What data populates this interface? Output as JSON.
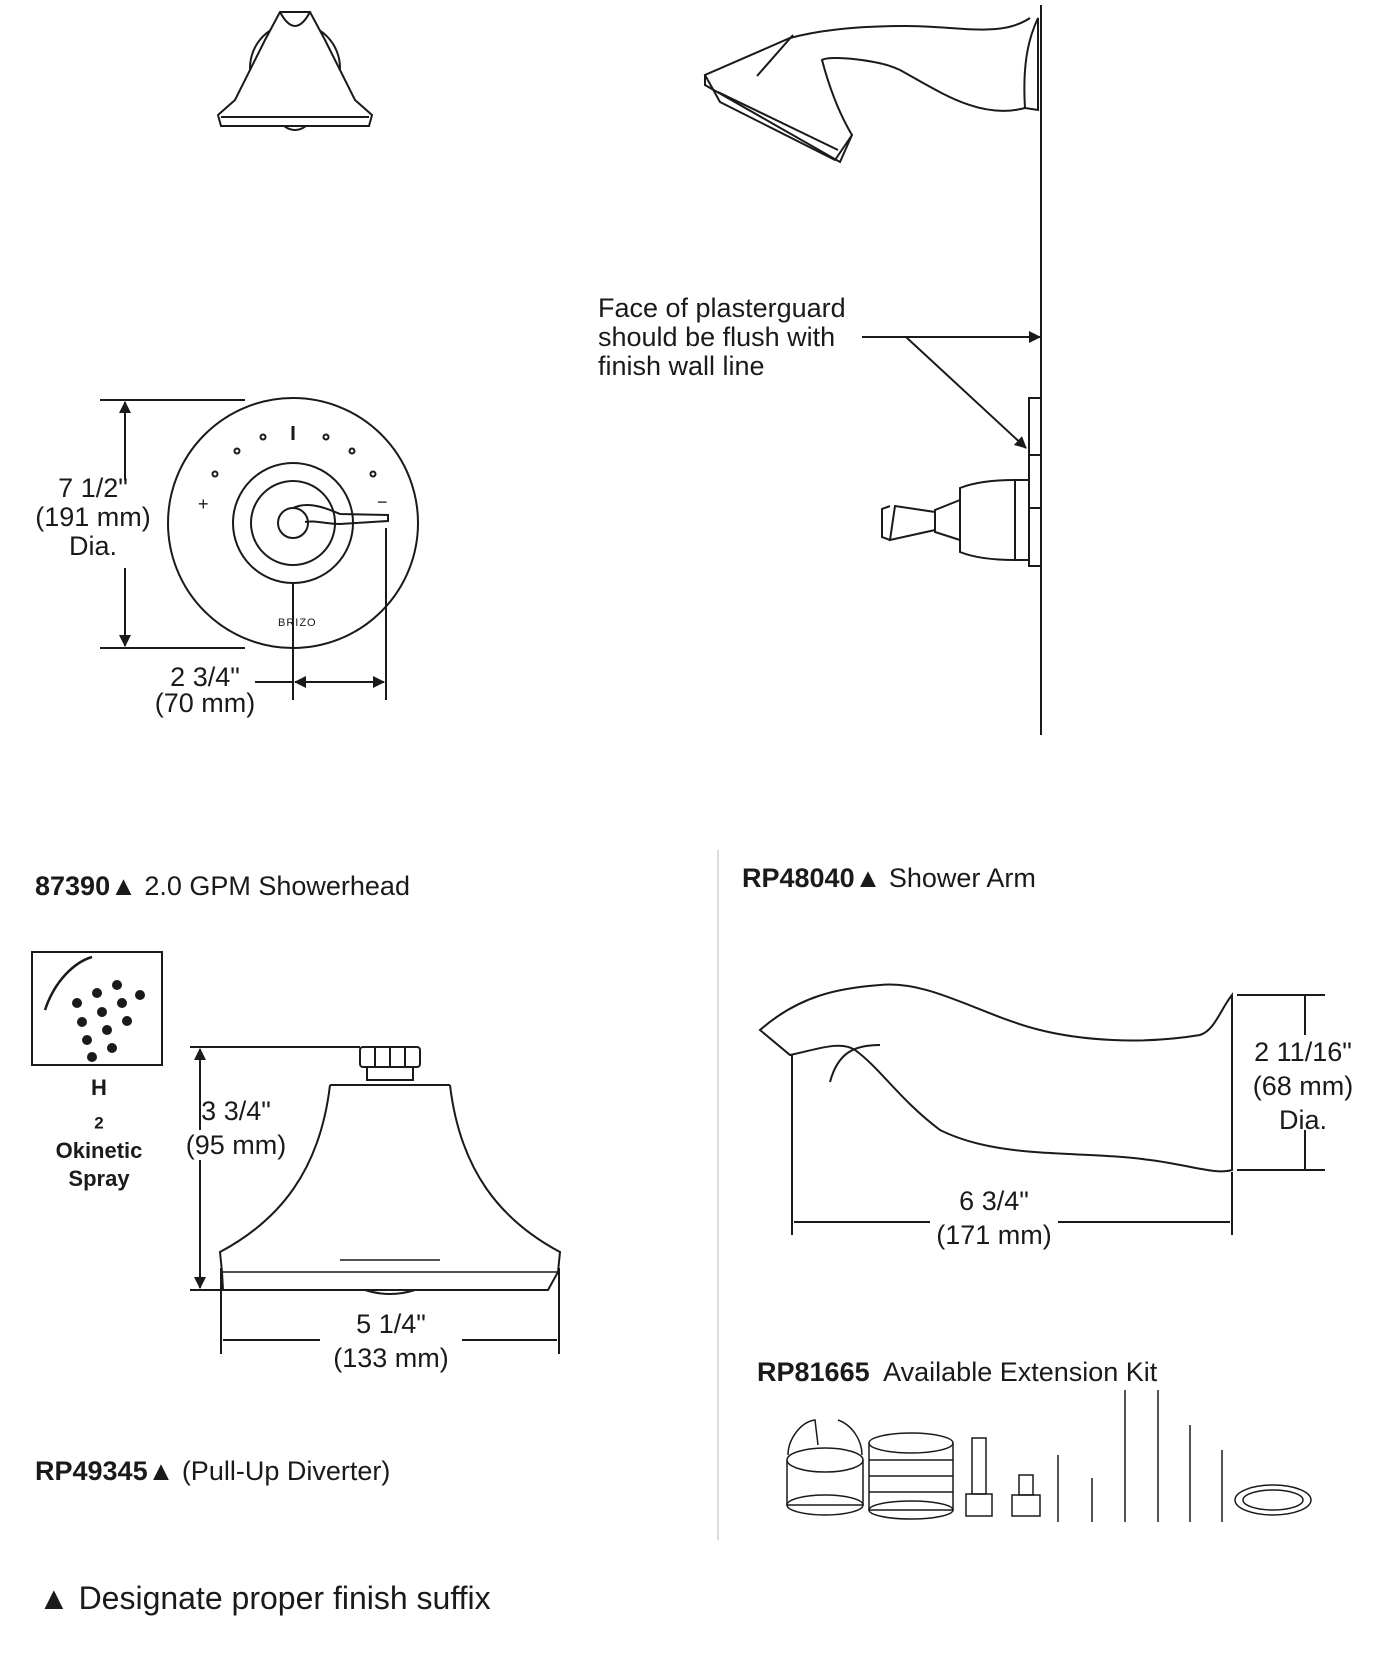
{
  "callouts": {
    "plasterguard": [
      "Face of plasterguard",
      "should be flush with",
      "finish wall line"
    ]
  },
  "dims": {
    "trim_dia": [
      "7 1/2\"",
      "(191 mm)",
      "Dia."
    ],
    "handle_offset": [
      "2 3/4\"",
      "(70 mm)"
    ],
    "head_height": [
      "3 3/4\"",
      "(95 mm)"
    ],
    "head_width": [
      "5 1/4\"",
      "(133 mm)"
    ],
    "arm_dia": [
      "2 11/16\"",
      "(68 mm)",
      "Dia."
    ],
    "arm_length": [
      "6 3/4\"",
      "(171 mm)"
    ]
  },
  "trim": {
    "brand": "BRIZO",
    "plus": "+",
    "minus": "−"
  },
  "parts": {
    "showerhead": {
      "number": "87390▲",
      "desc": " 2.0 GPM Showerhead"
    },
    "shower_arm": {
      "number": "RP48040▲",
      "desc": " Shower Arm"
    },
    "extension_kit": {
      "number": "RP81665",
      "desc": "  Available Extension Kit"
    },
    "diverter": {
      "number": "RP49345▲",
      "desc": " (Pull-Up Diverter)"
    }
  },
  "badge": {
    "h": "H",
    "sub": "2",
    "rest": "Okinetic",
    "line2": "Spray"
  },
  "footnote": "▲ Designate proper finish suffix",
  "colors": {
    "line": "#1a1a1a",
    "paper": "#ffffff"
  },
  "icons": [
    "spray-drops-icon",
    "triangle-icon"
  ]
}
